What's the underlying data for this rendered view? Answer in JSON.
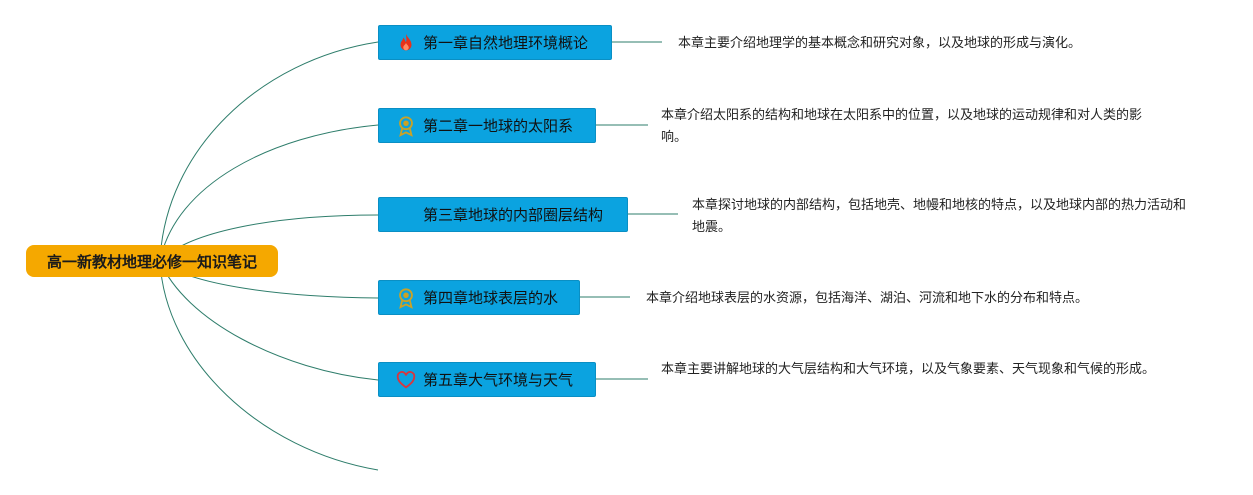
{
  "root": {
    "label": "高一新教材地理必修一知识笔记"
  },
  "chapters": [
    {
      "title": "第一章自然地理环境概论",
      "icon": "fire-icon",
      "description": "本章主要介绍地理学的基本概念和研究对象，以及地球的形成与演化。"
    },
    {
      "title": "第二章一地球的太阳系",
      "icon": "award-ribbon-icon",
      "description": "本章介绍太阳系的结构和地球在太阳系中的位置，以及地球的运动规律和对人类的影响。"
    },
    {
      "title": "第三章地球的内部圈层结构",
      "icon": "none",
      "description": "本章探讨地球的内部结构，包括地壳、地幔和地核的特点，以及地球内部的热力活动和地震。"
    },
    {
      "title": "第四章地球表层的水",
      "icon": "award-ribbon-icon",
      "description": "本章介绍地球表层的水资源，包括海洋、湖泊、河流和地下水的分布和特点。"
    },
    {
      "title": "第五章大气环境与天气",
      "icon": "heart-icon",
      "description": "本章主要讲解地球的大气层结构和大气环境，以及气象要素、天气现象和气候的形成。"
    }
  ],
  "colors": {
    "root_fill": "#f5a800",
    "node_fill": "#0ba3e0",
    "link_stroke": "#2e7d6b",
    "fire": "#e8311a",
    "award": "#c9a227",
    "heart": "#d9363e"
  }
}
